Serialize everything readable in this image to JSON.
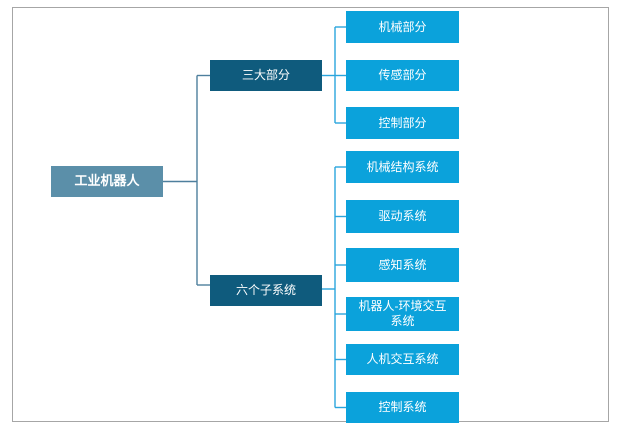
{
  "diagram": {
    "root": {
      "label": "工业机器人"
    },
    "branches": [
      {
        "label": "三大部分",
        "children": [
          {
            "label": "机械部分"
          },
          {
            "label": "传感部分"
          },
          {
            "label": "控制部分"
          }
        ]
      },
      {
        "label": "六个子系统",
        "children": [
          {
            "label": "机械结构系统"
          },
          {
            "label": "驱动系统"
          },
          {
            "label": "感知系统"
          },
          {
            "label": "机器人-环境交互系统"
          },
          {
            "label": "人机交互系统"
          },
          {
            "label": "控制系统"
          }
        ]
      }
    ]
  },
  "colors": {
    "background": "#ffffff",
    "frame_border": "#a6a6a6",
    "root_box": "#5b8fa9",
    "branch_box": "#0f5b7d",
    "child_box": "#0ba2db",
    "trunk_line": "#4e7f9d",
    "child_line": "#2aa5dd",
    "text": "#ffffff"
  }
}
